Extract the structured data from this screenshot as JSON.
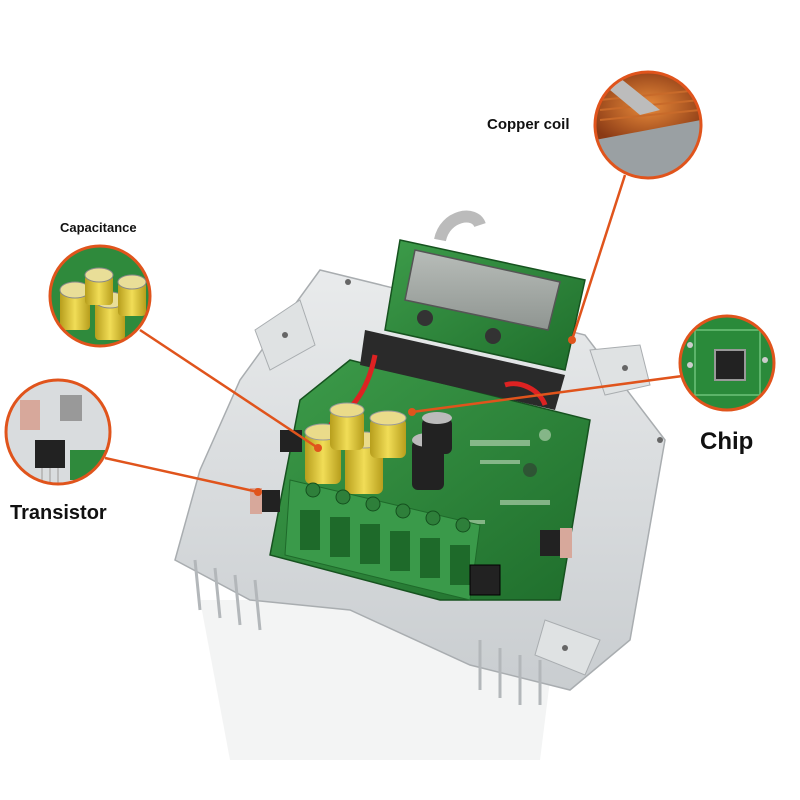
{
  "callouts": {
    "copper_coil": "Copper coil",
    "capacitance": "Capacitance",
    "chip": "Chip",
    "transistor": "Transistor"
  },
  "colors": {
    "leader_line": "#e0541c",
    "pcb_green": "#2f8a3c",
    "heatsink": "#d8dbdd",
    "terminal_green": "#3a9a4a",
    "capacitor_yellow": "#d9c23a"
  }
}
